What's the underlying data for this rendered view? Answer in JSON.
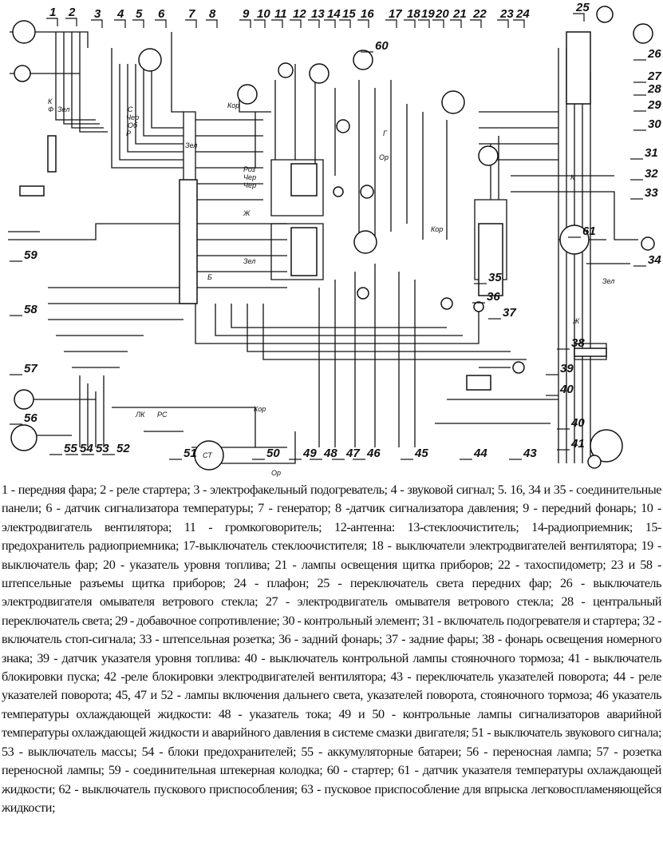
{
  "diagram": {
    "component_numbers": [
      "1",
      "2",
      "3",
      "4",
      "5",
      "6",
      "7",
      "8",
      "9",
      "10",
      "11",
      "12",
      "13",
      "14",
      "15",
      "16",
      "17",
      "18",
      "19",
      "20",
      "21",
      "22",
      "23",
      "24",
      "25",
      "26",
      "27",
      "28",
      "29",
      "30",
      "31",
      "32",
      "33",
      "34",
      "35",
      "36",
      "37",
      "38",
      "39",
      "40",
      "40",
      "41",
      "43",
      "44",
      "45",
      "46",
      "47",
      "48",
      "49",
      "50",
      "51",
      "52",
      "53",
      "54",
      "55",
      "56",
      "57",
      "58",
      "59",
      "60",
      "61"
    ],
    "wire_labels": [
      "Ф",
      "К",
      "Зел",
      "С",
      "Чер",
      "Об",
      "Р",
      "Б",
      "Кор",
      "Роз",
      "Чер",
      "Чер",
      "Зел",
      "Ж",
      "Г",
      "Ор",
      "СТ",
      "ЛК",
      "РС",
      "Кор",
      "Ор",
      "Зел",
      "Кор",
      "Ж",
      "К",
      "Зел"
    ]
  },
  "caption": "1 - передняя фара; 2 - реле стартера; 3 - электрофакельный подогреватель; 4 - звуковой сигнал; 5. 16, 34 и 35 - соединительные панели; 6 - датчик сигнализатора температуры; 7 - генератор; 8 -датчик сигнализатора давления; 9 - передний фонарь; 10 - электродвигатель вентилятора; 11 - громкоговоритель; 12-антенна: 13-стеклоочиститель; 14-радиоприемник; 15-предохранитель радиоприемника; 17-выключатель стеклоочистителя; 18 - выключатели электродвигателей вентилятора; 19 - выключатель фар; 20 - указатель уровня топлива; 21 - лампы освещения щитка приборов; 22 - тахоспидометр; 23 и 58 - штепсельные разъемы щитка приборов; 24 - плафон; 25 - переключатель света передних фар; 26 - выключатель электродвигателя омывателя ветрового стекла; 27 - электродвигатель омывателя ветрового стекла; 28 - центральный переключатель света; 29 - добавочное сопротивление; 30 - контрольный элемент; 31 - включатель подогревателя и стартера; 32 - включатель стоп-сигнала; 33 - штепсельная розетка; 36 - задний фонарь; 37 - задние фары; 38 - фонарь освещения номерного знака; 39 - датчик указателя уровня топлива: 40 - выключатель контрольной лампы стояночного тормоза; 41 - выключатель блокировки пуска; 42 -реле блокировки электродвигателей вентилятора; 43 - переключатель указателей поворота; 44 - реле указателей поворота; 45, 47 и 52 - лампы включения дальнего света, указателей поворота, стояночного тормоза; 46 указатель температуры охлаждающей жидкости: 48 - указатель тока; 49 и 50 - контрольные лампы сигнализаторов аварийной температуры охлаждающей жидкости и аварийного давления в системе смазки двигателя; 51 - выключатель звукового сигнала; 53 - выключатель массы; 54 - блоки предохранителей; 55 - аккумуляторные батареи; 56 - переносная лампа; 57 - розетка переносной лампы; 59 - соединительная штекерная колодка; 60 - стартер; 61 - датчик указателя температуры охлаждающей жидкости; 62 - выключатель пускового приспособления; 63 - пусковое приспособление для впрыска легковоспламеняющейся жидкости;"
}
